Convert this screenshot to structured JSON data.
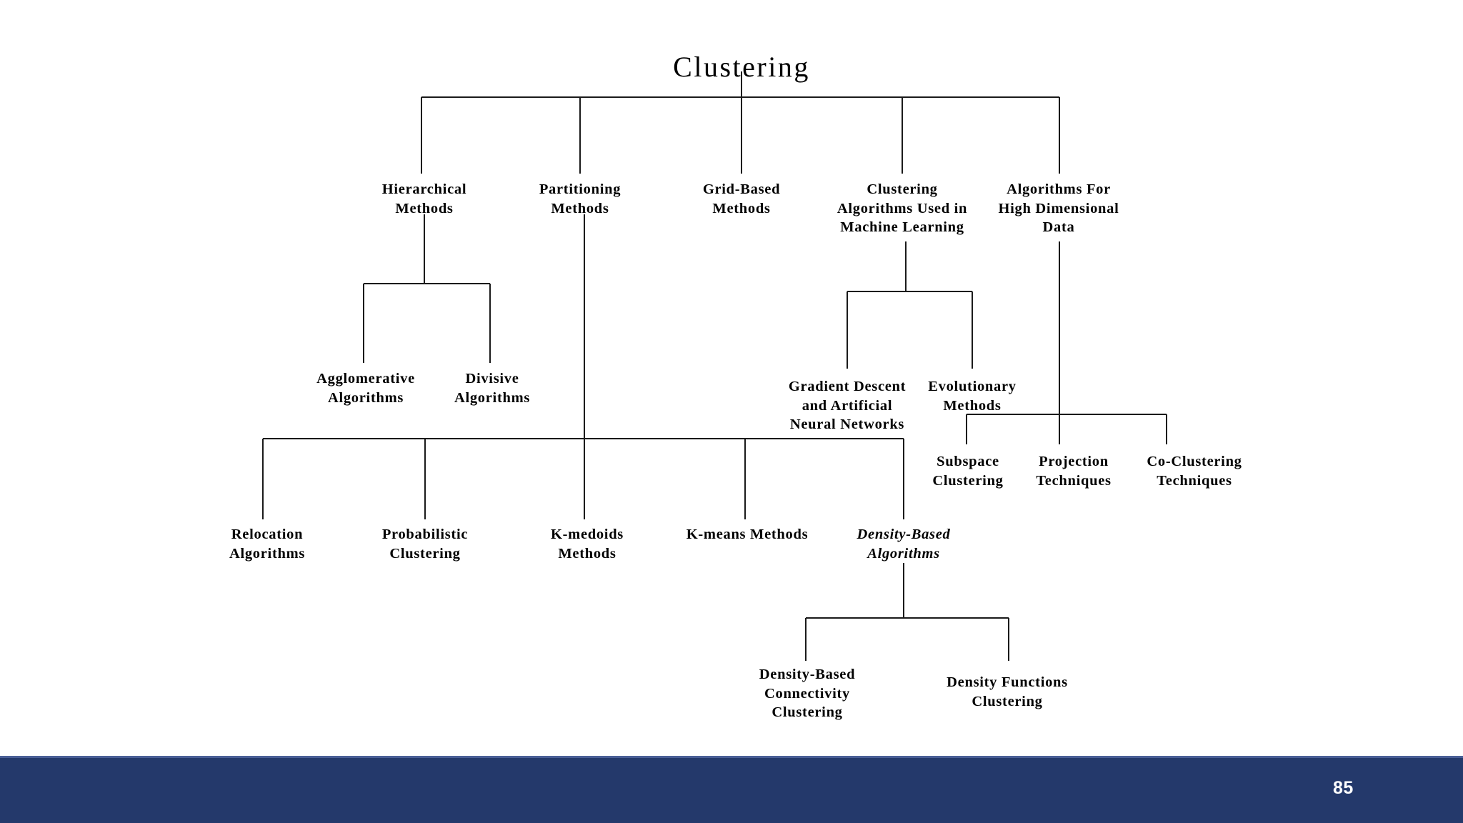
{
  "slide": {
    "background_color": "#ffffff",
    "footer": {
      "bar_color": "#24396b",
      "edge_color": "#4a5f96",
      "slide_number": "85",
      "slide_number_color": "#ffffff"
    }
  },
  "diagram": {
    "type": "tree",
    "line_color": "#1a1a1a",
    "title": "Clustering",
    "nodes": {
      "root": "Clustering",
      "hierarchical_methods": "Hierarchical\nMethods",
      "partitioning_methods": "Partitioning\nMethods",
      "grid_based_methods": "Grid-Based\nMethods",
      "ml_clustering_algorithms": "Clustering\nAlgorithms Used in\nMachine Learning",
      "high_dimensional_algorithms": "Algorithms For\nHigh Dimensional\nData",
      "agglomerative_algorithms": "Agglomerative\nAlgorithms",
      "divisive_algorithms": "Divisive\nAlgorithms",
      "gradient_descent_ann": "Gradient Descent\nand Artificial\nNeural Networks",
      "evolutionary_methods": "Evolutionary\nMethods",
      "subspace_clustering": "Subspace\nClustering",
      "projection_techniques": "Projection\nTechniques",
      "co_clustering_techniques": "Co-Clustering\nTechniques",
      "relocation_algorithms": "Relocation\nAlgorithms",
      "probabilistic_clustering": "Probabilistic\nClustering",
      "k_medoids_methods": "K-medoids\nMethods",
      "k_means_methods": "K-means Methods",
      "density_based_algorithms": "Density-Based\nAlgorithms",
      "density_based_connectivity_clustering": "Density-Based\nConnectivity\nClustering",
      "density_functions_clustering": "Density Functions\nClustering"
    },
    "hierarchy": [
      {
        "label": "Clustering",
        "children": [
          {
            "label": "Hierarchical Methods",
            "children": [
              {
                "label": "Agglomerative Algorithms"
              },
              {
                "label": "Divisive Algorithms"
              }
            ]
          },
          {
            "label": "Partitioning Methods",
            "children": [
              {
                "label": "Relocation Algorithms"
              },
              {
                "label": "Probabilistic Clustering"
              },
              {
                "label": "K-medoids Methods"
              },
              {
                "label": "K-means Methods"
              },
              {
                "label": "Density-Based Algorithms",
                "children": [
                  {
                    "label": "Density-Based Connectivity Clustering"
                  },
                  {
                    "label": "Density Functions Clustering"
                  }
                ]
              }
            ]
          },
          {
            "label": "Grid-Based Methods"
          },
          {
            "label": "Clustering Algorithms Used in Machine Learning",
            "children": [
              {
                "label": "Gradient Descent and Artificial Neural Networks"
              },
              {
                "label": "Evolutionary Methods"
              }
            ]
          },
          {
            "label": "Algorithms For High Dimensional Data",
            "children": [
              {
                "label": "Subspace Clustering"
              },
              {
                "label": "Projection Techniques"
              },
              {
                "label": "Co-Clustering Techniques"
              }
            ]
          }
        ]
      }
    ]
  }
}
